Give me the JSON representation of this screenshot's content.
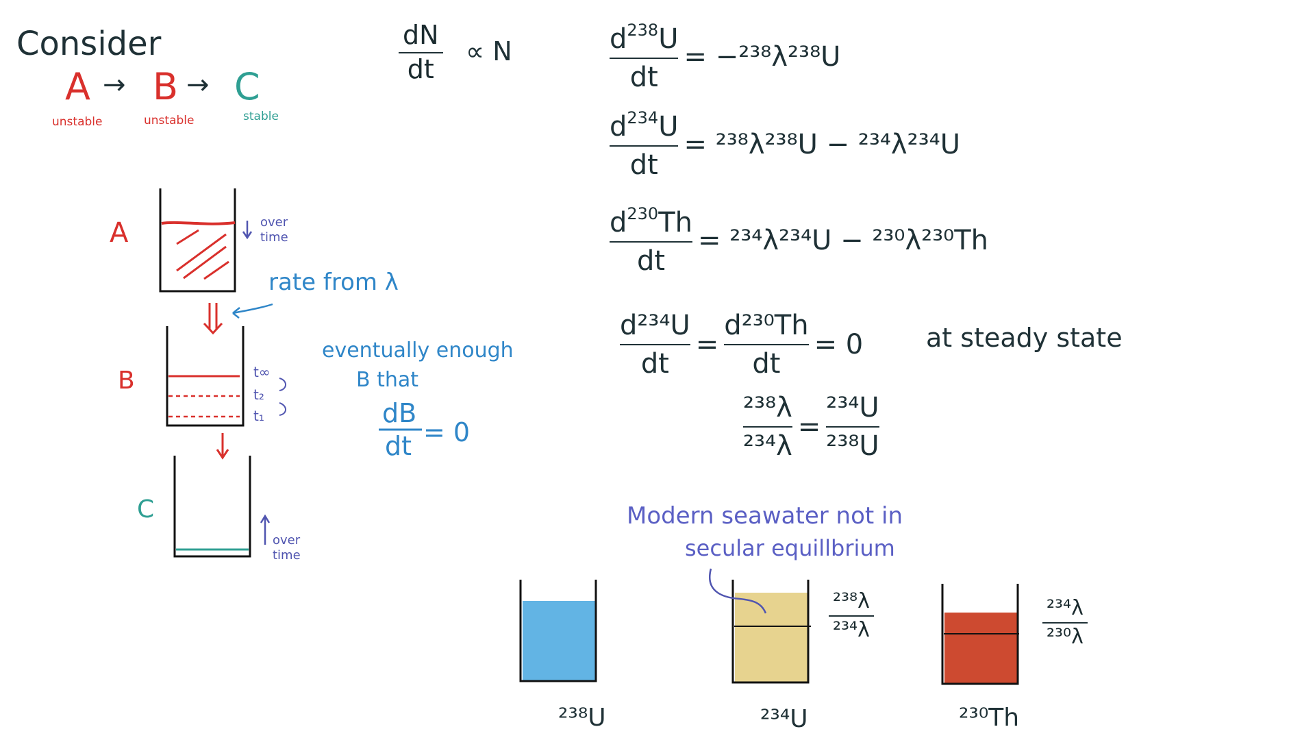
{
  "left": {
    "consider": "Consider",
    "chain": {
      "a": "A",
      "b": "B",
      "c": "C",
      "arrow": "→"
    },
    "labels": {
      "a": "unstable",
      "b": "unstable",
      "c": "stable"
    },
    "beaker_a_label": "A",
    "beaker_b_label": "B",
    "beaker_c_label": "C",
    "over_time_a": "over\ntime",
    "over_time_c": "over\ntime",
    "rate_note": "rate from λ",
    "t_labels": [
      "t∞",
      "t₂",
      "t₁"
    ],
    "eventually": "eventually enough",
    "b_that": "B that",
    "db": "dB",
    "dt": "dt",
    "eq_zero": "= 0"
  },
  "equations": {
    "prop": {
      "num": "dN",
      "den": "dt",
      "rhs": "∝ N"
    },
    "e1": {
      "num_d": "d",
      "num_sup": "238",
      "num_sym": "U",
      "den": "dt",
      "rhs": "= −²³⁸λ²³⁸U"
    },
    "e2": {
      "num_d": "d",
      "num_sup": "234",
      "num_sym": "U",
      "den": "dt",
      "rhs": "= ²³⁸λ²³⁸U − ²³⁴λ²³⁴U"
    },
    "e3": {
      "num_d": "d",
      "num_sup": "230",
      "num_sym": "Th",
      "den": "dt",
      "rhs": "= ²³⁴λ²³⁴U − ²³⁰λ²³⁰Th"
    },
    "e4": {
      "l_num": "d²³⁴U",
      "l_den": "dt",
      "eq": "=",
      "r_num": "d²³⁰Th",
      "r_den": "dt",
      "rhs": "= 0",
      "note": "at steady state"
    },
    "e5": {
      "l_num": "²³⁸λ",
      "l_den": "²³⁴λ",
      "eq": "=",
      "r_num": "²³⁴U",
      "r_den": "²³⁸U"
    }
  },
  "bottom": {
    "note_line1": "Modern seawater not in",
    "note_line2": "secular equillbrium",
    "ratio1_num": "²³⁸λ",
    "ratio1_den": "²³⁴λ",
    "ratio2_num": "²³⁴λ",
    "ratio2_den": "²³⁰λ",
    "label_u238": "²³⁸U",
    "label_u234": "²³⁴U",
    "label_th230": "²³⁰Th"
  },
  "colors": {
    "red": "#d9302c",
    "teal": "#2f9f93",
    "blue_note": "#2f86c8",
    "u238_fill": "#62b4e4",
    "u234_fill": "#e7d38f",
    "th230_fill": "#cd4a30"
  }
}
